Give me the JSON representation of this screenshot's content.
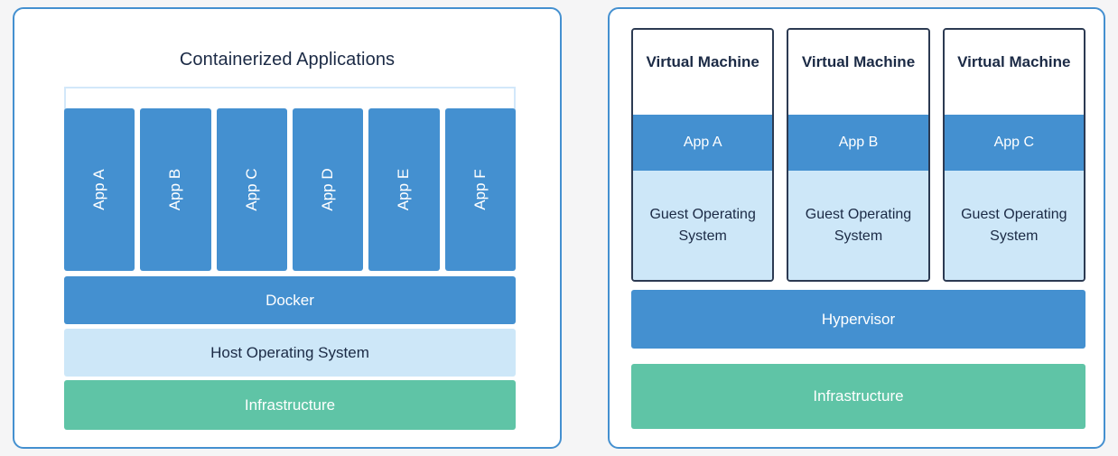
{
  "background_color": "#f5f5f6",
  "palette": {
    "accent_blue": "#4490d0",
    "light_blue": "#cde7f8",
    "bracket_blue": "#d3e8fa",
    "green": "#5fc4a6",
    "navy_text": "#1b2a45",
    "vm_border": "#2c3a52",
    "white": "#ffffff"
  },
  "container_panel": {
    "title": "Containerized Applications",
    "apps": [
      {
        "label": "App A"
      },
      {
        "label": "App B"
      },
      {
        "label": "App C"
      },
      {
        "label": "App D"
      },
      {
        "label": "App E"
      },
      {
        "label": "App F"
      }
    ],
    "layers": [
      {
        "label": "Docker"
      },
      {
        "label": "Host Operating System"
      },
      {
        "label": "Infrastructure"
      }
    ]
  },
  "vm_panel": {
    "machines": [
      {
        "title": "Virtual Machine",
        "app": "App A",
        "guest_os": "Guest Operating System"
      },
      {
        "title": "Virtual Machine",
        "app": "App B",
        "guest_os": "Guest Operating System"
      },
      {
        "title": "Virtual Machine",
        "app": "App C",
        "guest_os": "Guest Operating System"
      }
    ],
    "layers": [
      {
        "label": "Hypervisor"
      },
      {
        "label": "Infrastructure"
      }
    ]
  }
}
